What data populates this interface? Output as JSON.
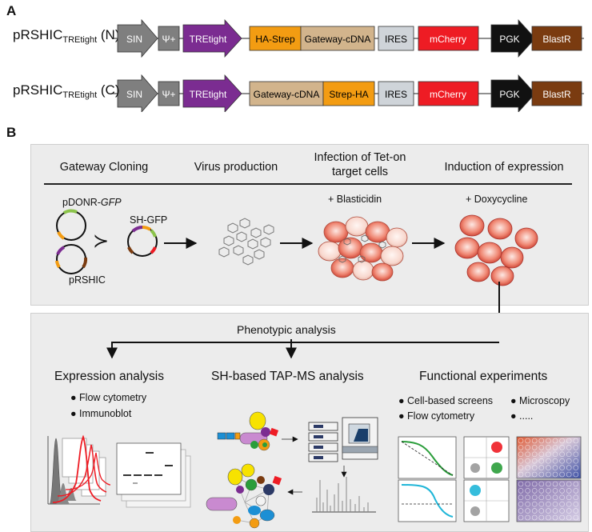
{
  "panel_a": {
    "letter": "A",
    "constructs": [
      {
        "name_main": "pRSHIC",
        "name_sub": "TREtight",
        "name_suffix": " (N)",
        "segments": [
          "SIN",
          "Ψ+",
          "TREtight",
          "HA-Strep",
          "Gateway-cDNA",
          "IRES",
          "mCherry",
          "PGK",
          "BlastR"
        ]
      },
      {
        "name_main": "pRSHIC",
        "name_sub": "TREtight",
        "name_suffix": " (C)",
        "segments": [
          "SIN",
          "Ψ+",
          "TREtight",
          "Gateway-cDNA",
          "Strep-HA",
          "IRES",
          "mCherry",
          "PGK",
          "BlastR"
        ]
      }
    ]
  },
  "panel_b": {
    "letter": "B",
    "steps": [
      "Gateway Cloning",
      "Virus production",
      "Infection of Tet-on target cells",
      "Induction of expression"
    ],
    "labels": {
      "pdonr": "pDONR-",
      "pdonr_italic": "GFP",
      "shgfp": "SH-GFP",
      "prshic": "pRSHIC",
      "blasticidin": "+ Blasticidin",
      "doxycycline": "+ Doxycycline"
    },
    "phenotypic": "Phenotypic analysis",
    "analyses": [
      {
        "title": "Expression analysis",
        "bullets": [
          "Flow cytometry",
          "Immunoblot"
        ]
      },
      {
        "title": "SH-based TAP-MS analysis",
        "bullets": []
      },
      {
        "title": "Functional experiments",
        "bullets": [
          "Cell-based screens",
          "Flow cytometry",
          "Microscopy",
          "....."
        ]
      }
    ]
  },
  "colors": {
    "gray_seg": "#7f7f7f",
    "purple": "#7b2c91",
    "orange": "#f39c12",
    "tan": "#d2b48c",
    "light_gray": "#cfd4d9",
    "red": "#ee1c24",
    "black": "#111111",
    "brown": "#7a3b10",
    "panel_bg": "#ececec"
  }
}
